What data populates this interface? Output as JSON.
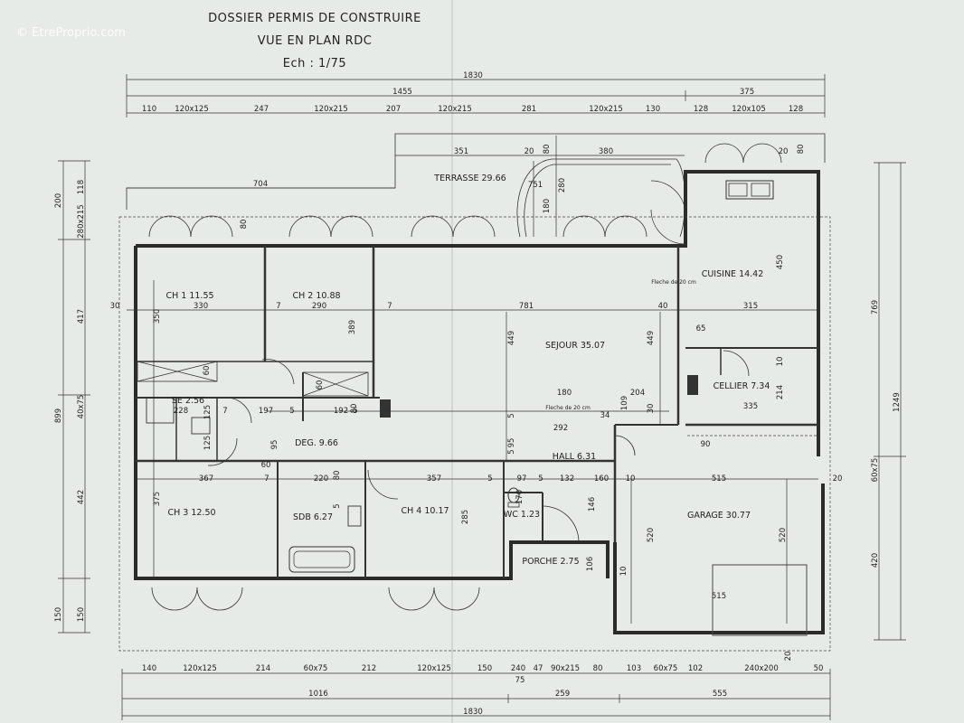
{
  "watermark": "© EtreProprio.com",
  "title": {
    "line1": "DOSSIER PERMIS DE CONSTRUIRE",
    "line2": "VUE EN PLAN RDC",
    "line3": "Ech : 1/75"
  },
  "rooms": {
    "terrasse": "TERRASSE 29.66",
    "ch1": "CH 1 11.55",
    "ch2": "CH 2 10.88",
    "cuisine": "CUISINE 14.42",
    "sejour": "SEJOUR 35.07",
    "cellier": "CELLIER 7.34",
    "se": "SE 2.56",
    "deg": "DEG. 9.66",
    "hall": "HALL 6.31",
    "ch3": "CH 3 12.50",
    "sdb": "SDB 6.27",
    "ch4": "CH 4 10.17",
    "wc": "WC 1.23",
    "porche": "PORCHE 2.75",
    "garage": "GARAGE 30.77"
  },
  "notes": {
    "fleche_cuisine": "Fleche de 20 cm",
    "fleche_hall": "Fleche de 20 cm"
  },
  "top_dims": {
    "total": "1830",
    "row2": [
      "1455",
      "375"
    ],
    "row3": [
      "110",
      "120x125",
      "247",
      "120x215",
      "207",
      "120x215",
      "281",
      "120x215",
      "130",
      "128",
      "120x105",
      "128"
    ]
  },
  "bottom_dims": {
    "row1": [
      "140",
      "120x125",
      "214",
      "60x75",
      "212",
      "120x125",
      "150",
      "240",
      "47",
      "90x215",
      "80",
      "103",
      "60x75",
      "102",
      "240x200",
      "50"
    ],
    "sub": "75",
    "row2": [
      "1016",
      "259",
      "555"
    ],
    "total": "1830"
  },
  "left_dims": {
    "a": [
      "200",
      "118",
      "280x215"
    ],
    "b": [
      "417",
      "40x75",
      "899",
      "442",
      "150",
      "150"
    ]
  },
  "right_dims": [
    "769",
    "1249",
    "60x75",
    "420"
  ],
  "inner_dims": {
    "terrasse": [
      "351",
      "20",
      "80",
      "380",
      "20",
      "80",
      "704",
      "80",
      "751",
      "280",
      "180"
    ],
    "row_rooms": [
      "30",
      "350",
      "330",
      "7",
      "290",
      "7",
      "389",
      "781",
      "449",
      "449",
      "40",
      "315",
      "450",
      "65",
      "10",
      "214",
      "335"
    ],
    "middle": [
      "60",
      "7",
      "192",
      "60",
      "80",
      "180",
      "109",
      "204",
      "30",
      "34",
      "228",
      "125",
      "197",
      "5",
      "5",
      "292",
      "5",
      "90",
      "125",
      "95",
      "95",
      "5"
    ],
    "lower": [
      "367",
      "60",
      "7",
      "220",
      "80",
      "357",
      "5",
      "97",
      "5",
      "132",
      "160",
      "10",
      "515",
      "20",
      "375",
      "5",
      "285",
      "170",
      "146",
      "520",
      "520",
      "515",
      "106",
      "10",
      "20"
    ]
  }
}
